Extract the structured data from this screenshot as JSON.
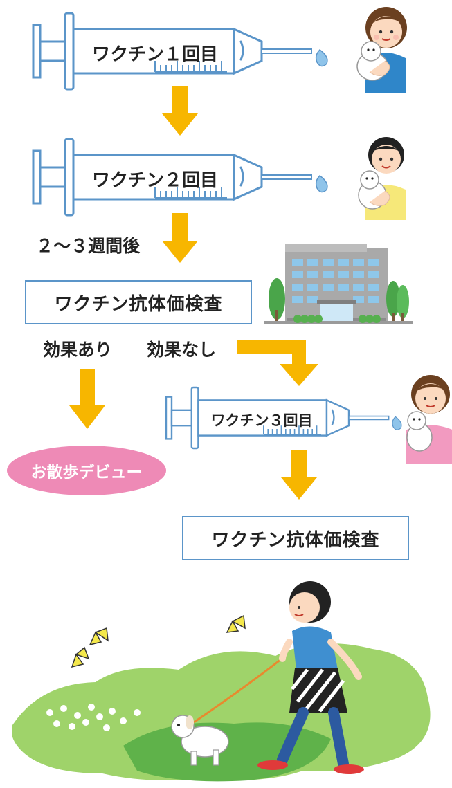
{
  "steps": {
    "vaccine1": "ワクチン１回目",
    "vaccine2": "ワクチン２回目",
    "interval": "２〜３週間後",
    "test1": "ワクチン抗体価検査",
    "effective": "効果あり",
    "not_effective": "効果なし",
    "vaccine3": "ワクチン３回目",
    "debut": "お散歩デビュー",
    "test2": "ワクチン抗体価検査"
  },
  "colors": {
    "syringe_outline": "#5b95c9",
    "arrow": "#f7b600",
    "debut_pill": "#ee8ab6"
  }
}
